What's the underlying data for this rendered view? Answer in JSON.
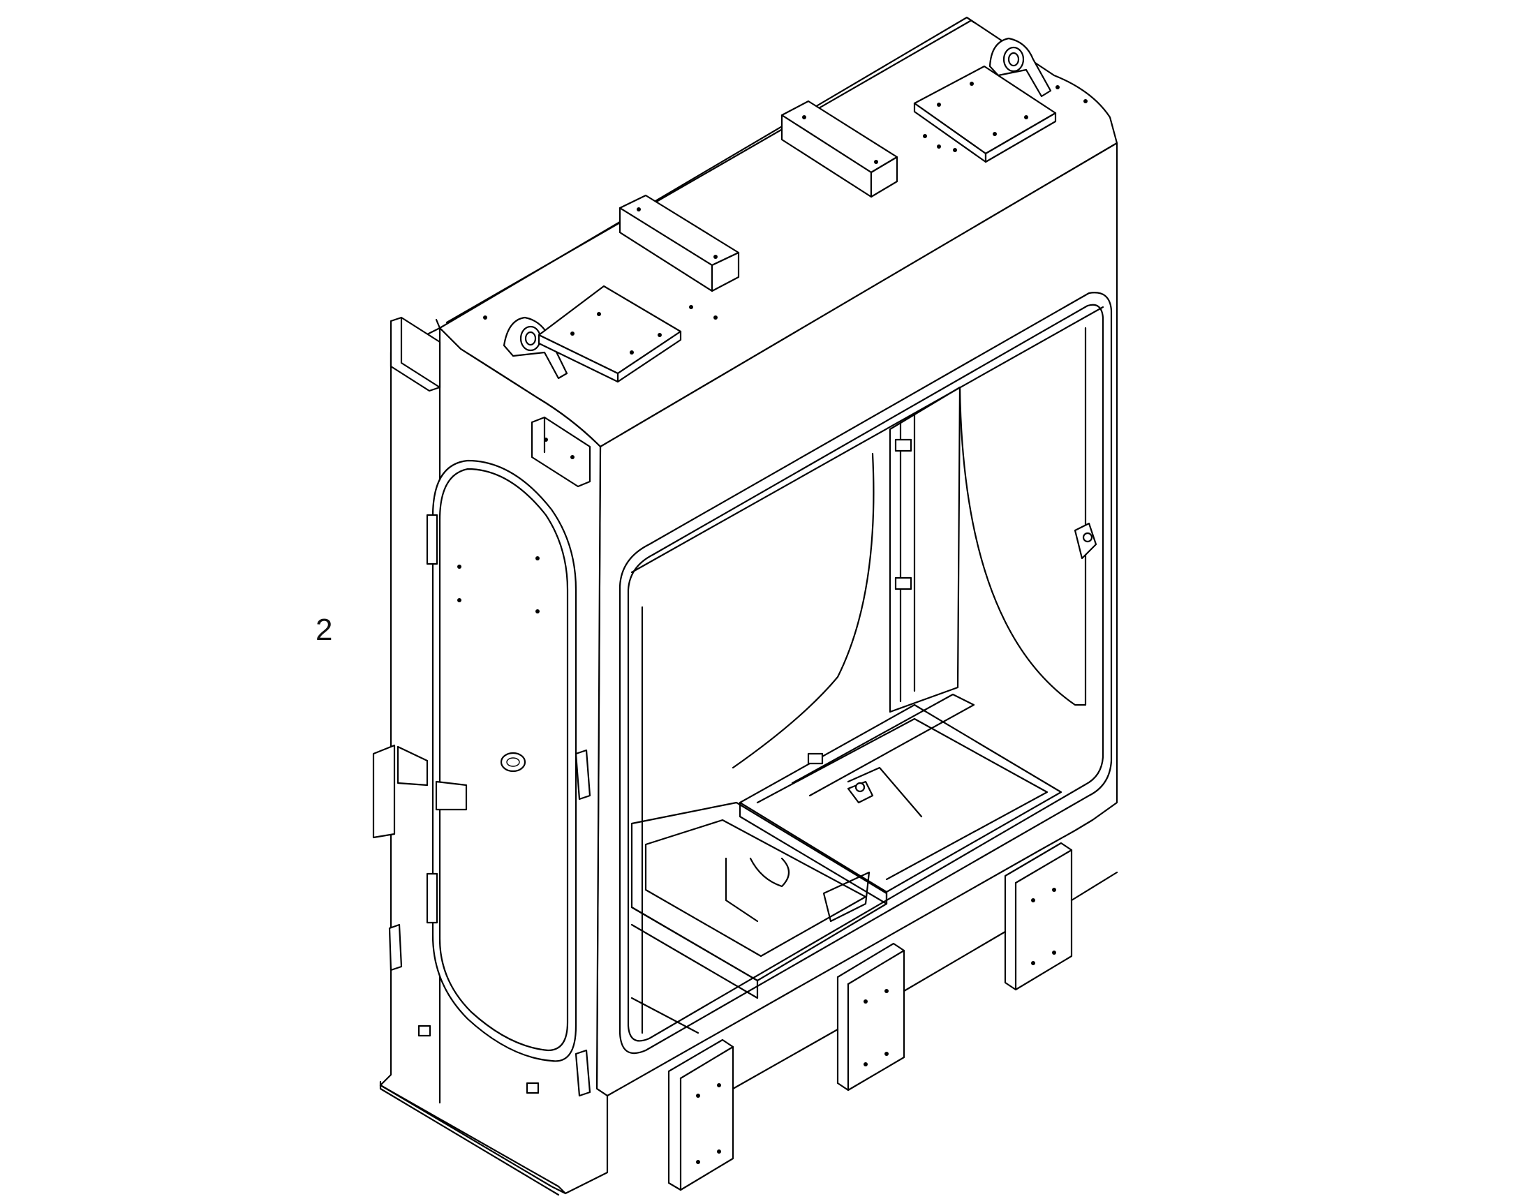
{
  "drawing": {
    "type": "exploded-view line drawing",
    "callouts": [
      {
        "id": "item-2",
        "label": "2"
      }
    ],
    "colors": {
      "line": "#000000",
      "background": "#ffffff"
    }
  }
}
